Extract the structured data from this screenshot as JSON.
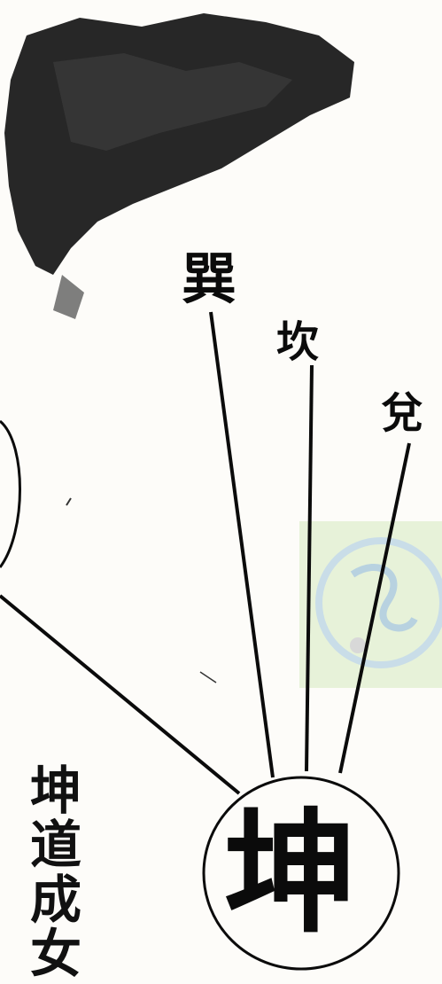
{
  "diagram": {
    "center_node": {
      "label": "坤"
    },
    "upper_nodes": [
      {
        "label": "巽"
      },
      {
        "label": "坎"
      },
      {
        "label": "兌"
      }
    ],
    "caption": "坤道成女"
  },
  "colors": {
    "ink": "#0b0b0b",
    "paper": "#fdfcf9",
    "watermark": "#e7f2d9"
  }
}
